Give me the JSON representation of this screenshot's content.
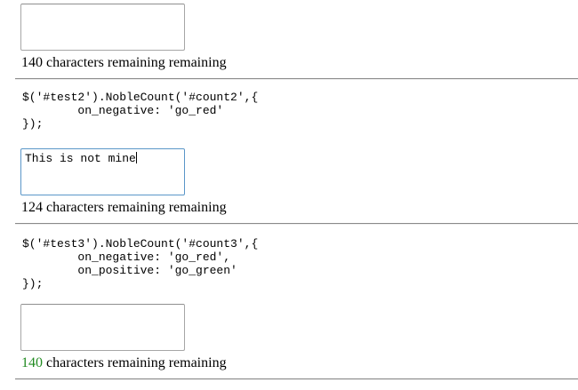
{
  "sections": [
    {
      "name": "test1",
      "textarea_value": "",
      "counter": {
        "number": "140",
        "rest": " characters remaining remaining"
      }
    },
    {
      "name": "test2",
      "code": "$('#test2').NobleCount('#count2',{\n        on_negative: 'go_red'\n});",
      "textarea_value": "This is not mine",
      "counter": {
        "number": "124",
        "rest": " characters remaining remaining"
      }
    },
    {
      "name": "test3",
      "code": "$('#test3').NobleCount('#count3',{\n        on_negative: 'go_red',\n        on_positive: 'go_green'\n});",
      "textarea_value": "",
      "counter": {
        "number": "140",
        "rest": " characters remaining remaining"
      }
    }
  ],
  "colors": {
    "go_green": "#228B22",
    "focused_textarea_border": "#5a96c8",
    "separator": "#8a8a8a",
    "text": "#000000"
  }
}
